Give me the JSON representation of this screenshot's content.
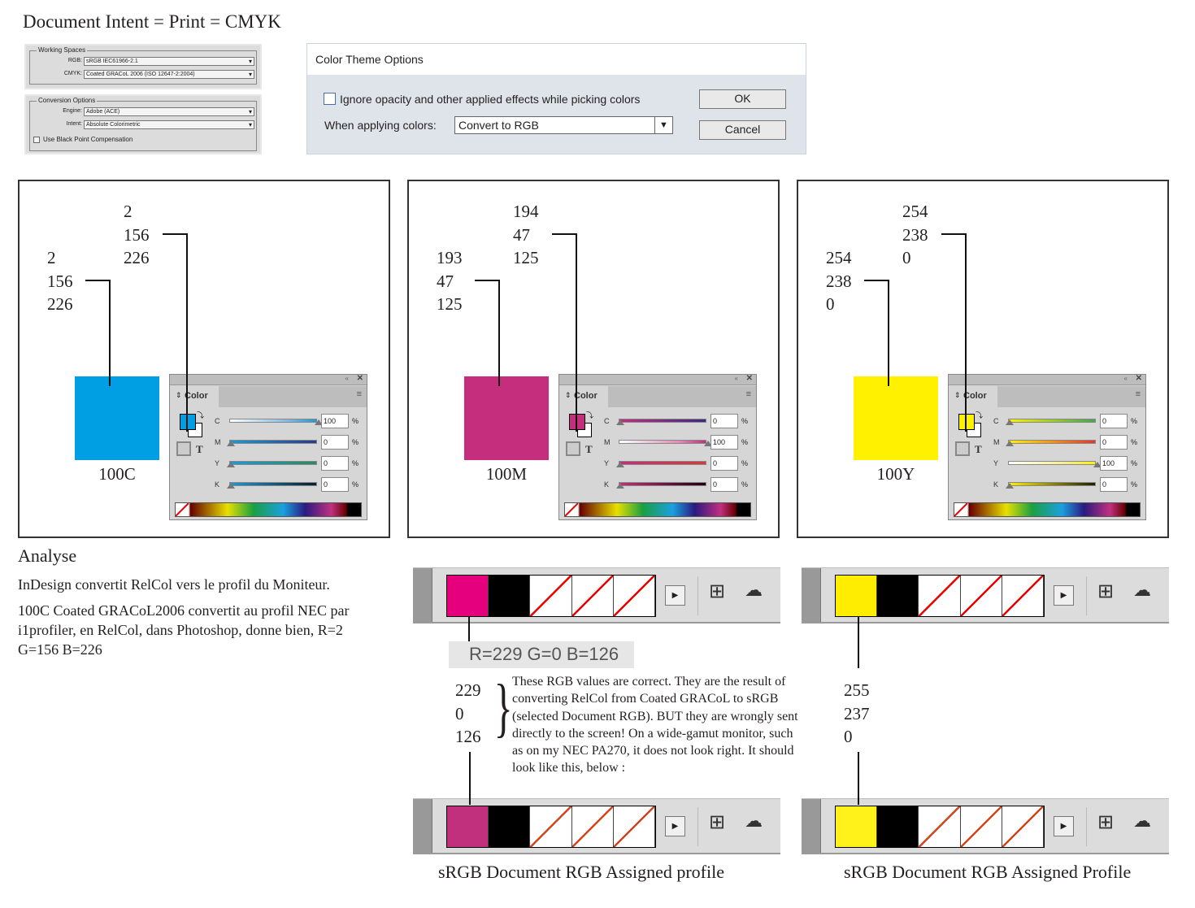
{
  "title": "Document Intent = Print = CMYK",
  "working_spaces": {
    "legend": "Working Spaces",
    "rgb_label": "RGB:",
    "rgb_value": "sRGB IEC61966-2.1",
    "cmyk_label": "CMYK:",
    "cmyk_value": "Coated GRACoL 2006 (ISO 12647-2:2004)"
  },
  "conversion": {
    "legend": "Conversion Options",
    "engine_label": "Engine:",
    "engine_value": "Adobe (ACE)",
    "intent_label": "Intent:",
    "intent_value": "Absolute Colorimetric",
    "bpc_label": "Use Black Point Compensation"
  },
  "dialog": {
    "title": "Color Theme Options",
    "checkbox_label": "Ignore opacity and other applied effects while picking colors",
    "applying_label": "When applying colors:",
    "applying_value": "Convert to RGB",
    "ok": "OK",
    "cancel": "Cancel"
  },
  "panels": [
    {
      "label": "100C",
      "swatch": "#009ee2",
      "top_values": [
        "2",
        "156",
        "226"
      ],
      "left_values": [
        "2",
        "156",
        "226"
      ],
      "cmyk": [
        "100",
        "0",
        "0",
        "0"
      ]
    },
    {
      "label": "100M",
      "swatch": "#c42e7d",
      "top_values": [
        "194",
        "47",
        "125"
      ],
      "left_values": [
        "193",
        "47",
        "125"
      ],
      "cmyk": [
        "0",
        "100",
        "0",
        "0"
      ]
    },
    {
      "label": "100Y",
      "swatch": "#fff100",
      "top_values": [
        "254",
        "238",
        "0"
      ],
      "left_values": [
        "254",
        "238",
        "0"
      ],
      "cmyk": [
        "0",
        "0",
        "100",
        "0"
      ]
    }
  ],
  "color_panel": {
    "tab": "Color",
    "channels": [
      "C",
      "M",
      "Y",
      "K"
    ],
    "unit": "%"
  },
  "analyse": {
    "heading": "Analyse",
    "line1": "InDesign convertit RelCol vers le profil du Moniteur.",
    "line2": "100C Coated GRACoL2006 convertit au profil NEC par i1profiler, en RelCol, dans Photoshop, donne bien, R=2 G=156 B=226"
  },
  "strips": {
    "top_left": "#e5007e",
    "top_right": "#ffed00",
    "bottom_left": "#c1307d",
    "bottom_right": "#fff11a"
  },
  "rgb_readout": "R=229 G=0 B=126",
  "magenta_values": [
    "229",
    "0",
    "126"
  ],
  "yellow_values": [
    "255",
    "237",
    "0"
  ],
  "note": "These RGB values are correct. They are the result of converting RelCol from Coated GRACoL to sRGB (selected Document RGB). BUT they are wrongly sent directly to the screen! On a wide-gamut monitor, such as on my NEC PA270, it does not look right. It should look like this, below :",
  "caption_left": "sRGB Document RGB Assigned profile",
  "caption_right": "sRGB Document RGB Assigned Profile"
}
